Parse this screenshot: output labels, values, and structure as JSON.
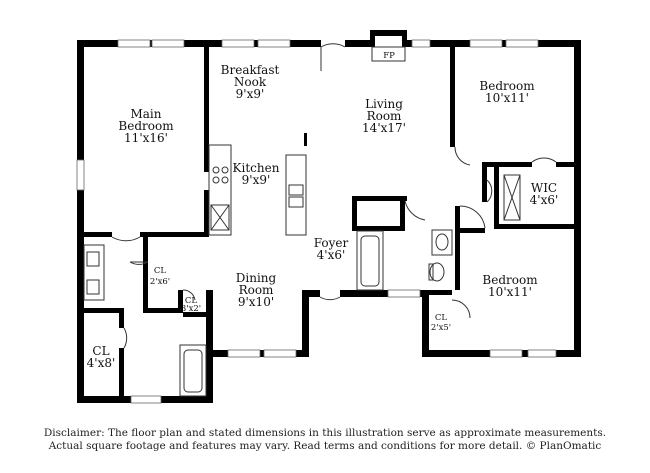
{
  "rooms": {
    "breakfast_nook": {
      "name_line1": "Breakfast",
      "name_line2": "Nook",
      "size": "9'x9'"
    },
    "main_bedroom": {
      "name_line1": "Main",
      "name_line2": "Bedroom",
      "size": "11'x16'"
    },
    "kitchen": {
      "name": "Kitchen",
      "size": "9'x9'"
    },
    "living_room": {
      "name_line1": "Living",
      "name_line2": "Room",
      "size": "14'x17'"
    },
    "bedroom_1": {
      "name": "Bedroom",
      "size": "10'x11'"
    },
    "wic": {
      "name": "WIC",
      "size": "4'x6'"
    },
    "foyer": {
      "name": "Foyer",
      "size": "4'x6'"
    },
    "dining_room": {
      "name_line1": "Dining",
      "name_line2": "Room",
      "size": "9'x10'"
    },
    "bedroom_2": {
      "name": "Bedroom",
      "size": "10'x11'"
    },
    "closet_1": {
      "name": "CL",
      "size": "2'x6'"
    },
    "closet_2": {
      "name": "CL",
      "size": "3'x2'"
    },
    "closet_3": {
      "name": "CL",
      "size": "4'x8'"
    },
    "closet_4": {
      "name": "CL",
      "size": "2'x5'"
    },
    "fireplace": {
      "name": "FP"
    }
  },
  "disclaimer": {
    "line1": "Disclaimer: The floor plan and stated dimensions in this illustration serve as approximate measurements.",
    "line2": "Actual square footage and features may vary. Read terms and conditions for more detail. © PlanOmatic"
  }
}
